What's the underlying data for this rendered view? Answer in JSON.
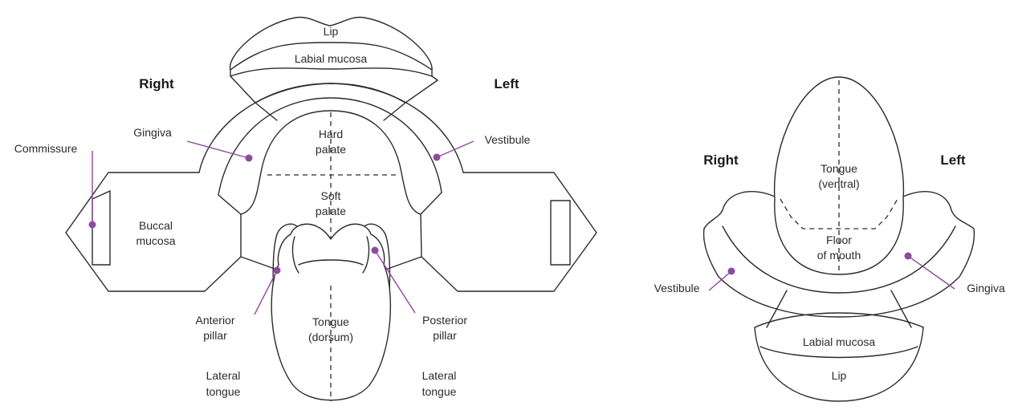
{
  "colors": {
    "outline": "#2b2b2b",
    "pointer": "#8e4a9e"
  },
  "left_diagram": {
    "right_heading": "Right",
    "left_heading": "Left",
    "lip": "Lip",
    "labial_mucosa": "Labial mucosa",
    "gingiva": "Gingiva",
    "vestibule": "Vestibule",
    "commissure": "Commissure",
    "hard_palate": [
      "Hard",
      "palate"
    ],
    "soft_palate": [
      "Soft",
      "palate"
    ],
    "buccal_mucosa": [
      "Buccal",
      "mucosa"
    ],
    "anterior_pillar": [
      "Anterior",
      "pillar"
    ],
    "posterior_pillar": [
      "Posterior",
      "pillar"
    ],
    "tongue_dorsum": [
      "Tongue",
      "(dorsum)"
    ],
    "lateral_tongue_right": [
      "Lateral",
      "tongue"
    ],
    "lateral_tongue_left": [
      "Lateral",
      "tongue"
    ]
  },
  "right_diagram": {
    "right_heading": "Right",
    "left_heading": "Left",
    "tongue_ventral": [
      "Tongue",
      "(ventral)"
    ],
    "floor_of_mouth": [
      "Floor",
      "of mouth"
    ],
    "vestibule": "Vestibule",
    "gingiva": "Gingiva",
    "labial_mucosa": "Labial mucosa",
    "lip": "Lip"
  }
}
